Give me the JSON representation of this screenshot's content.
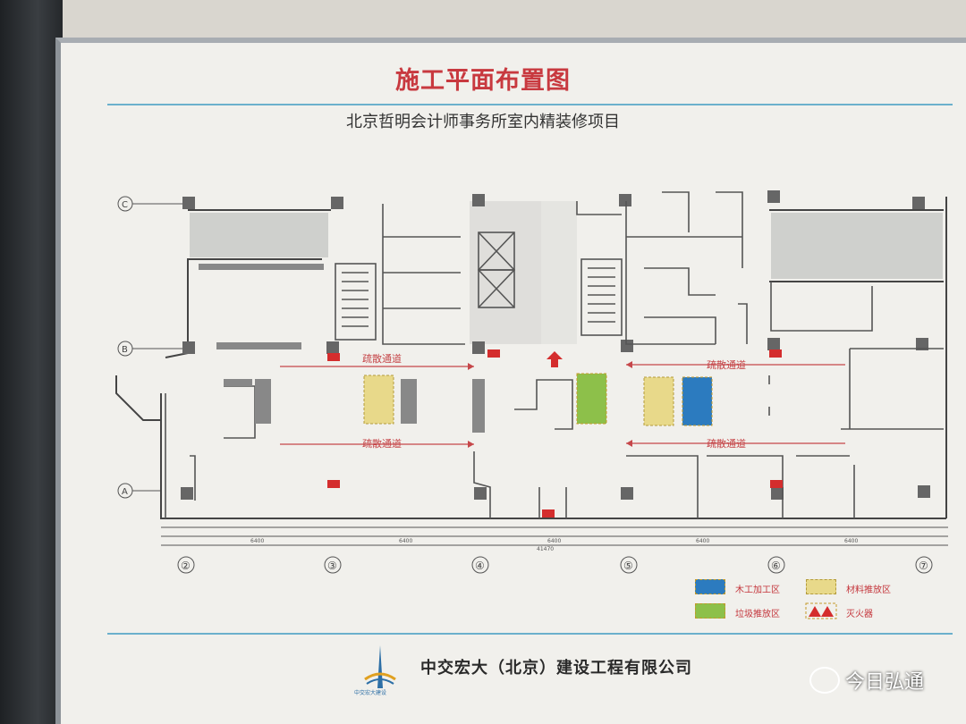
{
  "board": {
    "title": "施工平面布置图",
    "subtitle": "北京哲明会计师事务所室内精装修项目",
    "company": "中交宏大（北京）建设工程有限公司",
    "logo_caption": "中交宏大建设"
  },
  "plan": {
    "row_axes": [
      "C",
      "B",
      "A"
    ],
    "column_axes": [
      "②",
      "③",
      "④",
      "⑤",
      "⑥",
      "⑦"
    ],
    "corridor_label": "疏散通道",
    "bay_width": "6400",
    "total_width": "41470"
  },
  "legend": {
    "carpentry": {
      "label": "木工加工区",
      "color": "#2c7bbf"
    },
    "material": {
      "label": "材料推放区",
      "color": "#e8d98a"
    },
    "garbage": {
      "label": "垃圾推放区",
      "color": "#8dc04a"
    },
    "extinguisher": {
      "label": "灭火器",
      "color": "#d42d2d"
    }
  },
  "watermark": {
    "text": "今日弘通"
  }
}
